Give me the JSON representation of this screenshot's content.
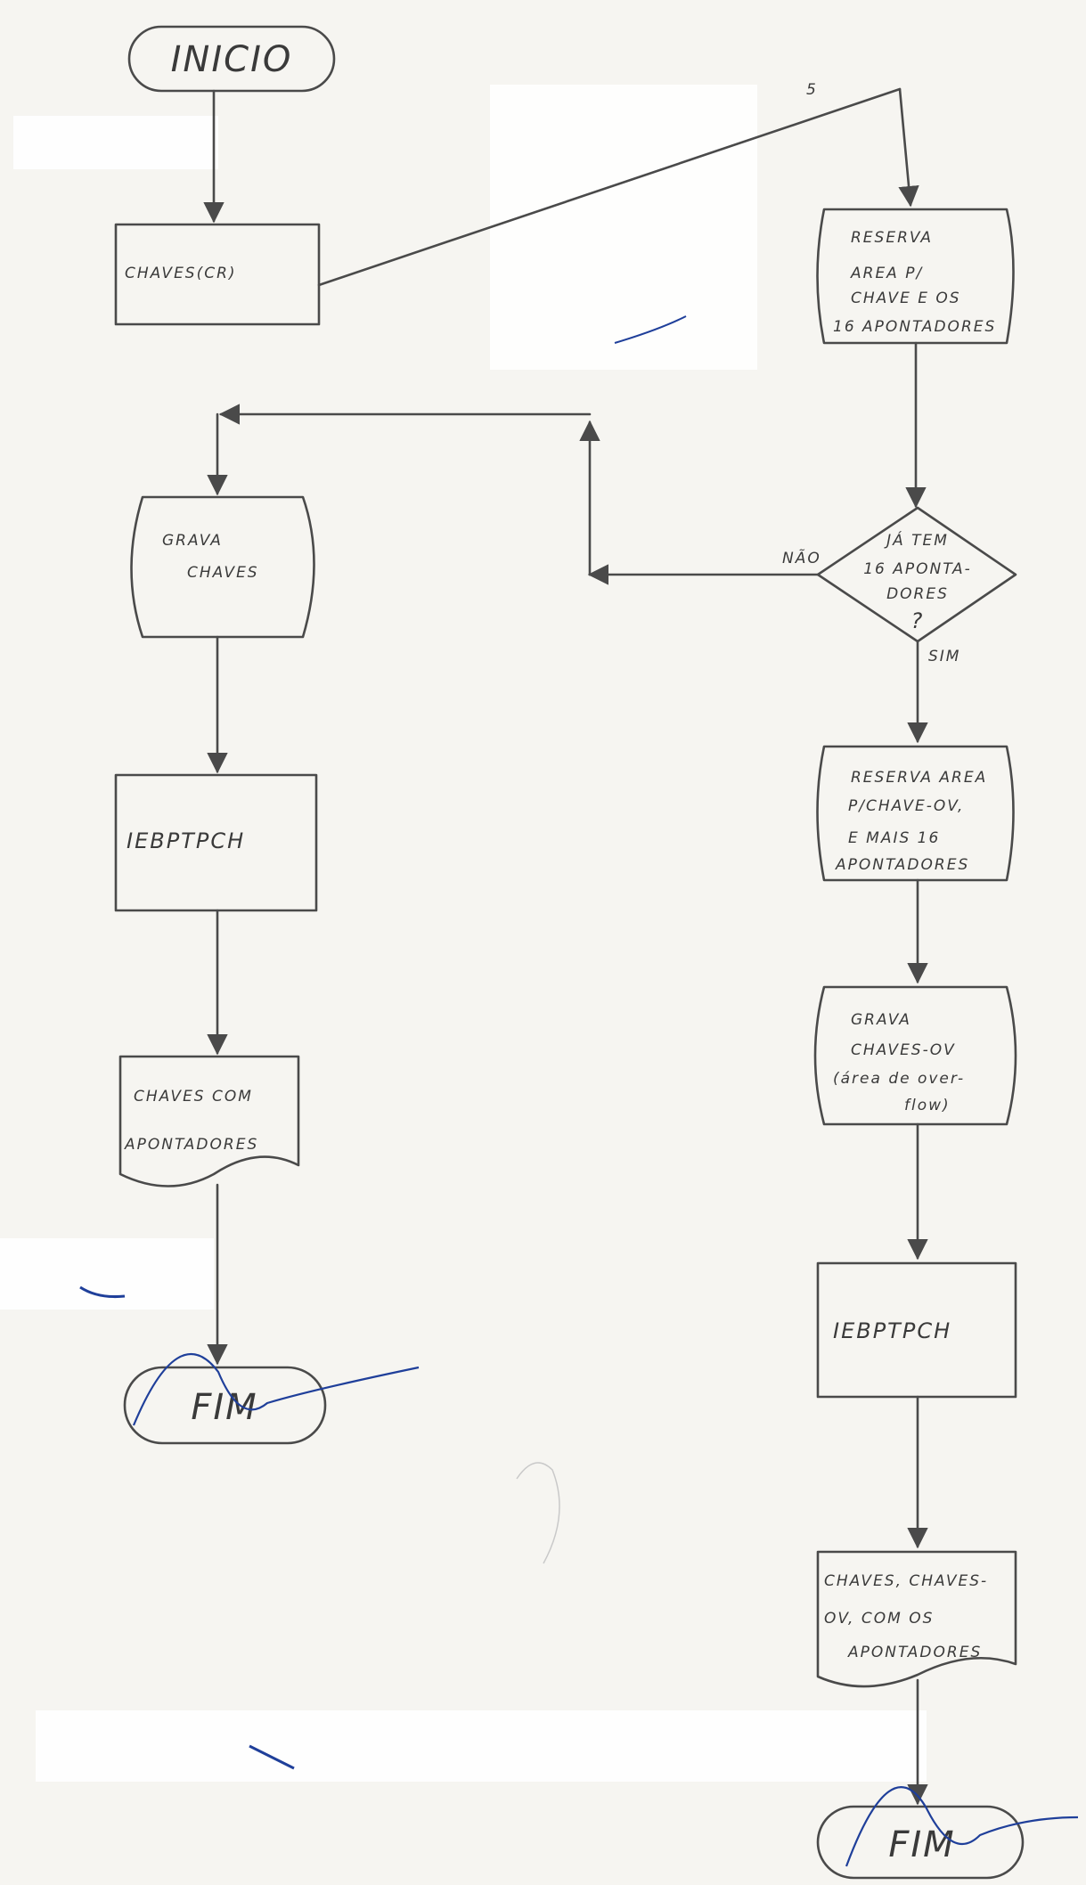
{
  "diagram": {
    "start": "INICIO",
    "main_proc": "CHAVES(CR)",
    "n_small": "5",
    "reserva1": [
      "RESERVA",
      "AREA P/",
      "CHAVE E OS",
      "16 APONTADORES"
    ],
    "decision": [
      "JÁ TEM",
      "16 APONTA-",
      "DORES",
      "?"
    ],
    "label_no": "NÃO",
    "label_yes": "SIM",
    "grava_chaves": [
      "GRAVA",
      "CHAVES"
    ],
    "proc_left": "IEBPTPCH",
    "out_left": [
      "CHAVES COM",
      "APONTADORES"
    ],
    "end_left": "FIM",
    "reserva2": [
      "RESERVA AREA",
      "P/CHAVE-OV,",
      "E MAIS 16",
      "APONTADORES"
    ],
    "grava_ov": [
      "GRAVA",
      "CHAVES-OV",
      "(área de over-",
      "flow)"
    ],
    "proc_right": "IEBPTPCH",
    "out_right": [
      "CHAVES, CHAVES-",
      "OV, COM OS",
      "APONTADORES"
    ],
    "end_right": "FIM"
  }
}
